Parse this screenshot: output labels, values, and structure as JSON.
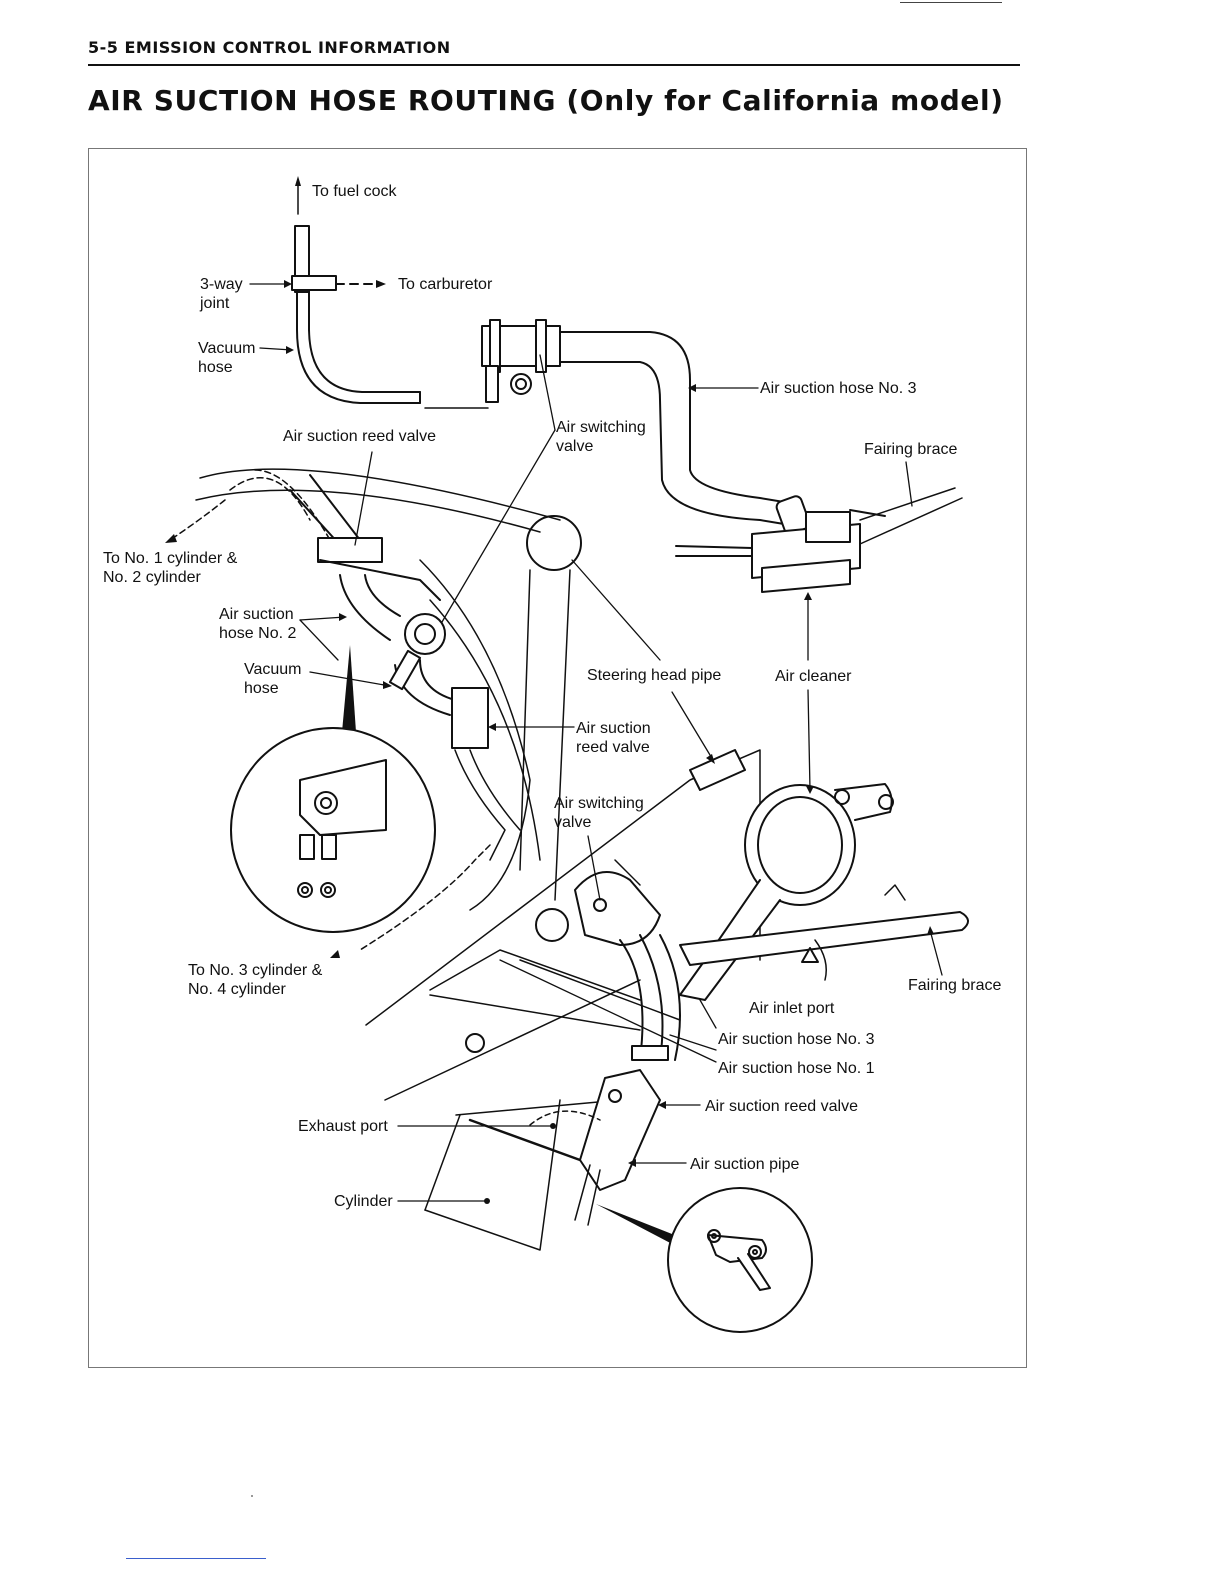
{
  "header": {
    "section": "5-5 EMISSION CONTROL INFORMATION",
    "title": "AIR SUCTION HOSE ROUTING (Only for California model)"
  },
  "labels": {
    "to_fuel_cock": "To fuel cock",
    "three_way_joint": "3-way\njoint",
    "to_carburetor": "To carburetor",
    "vacuum_hose_top": "Vacuum\nhose",
    "air_suction_hose_no3_top": "Air suction hose No. 3",
    "air_suction_reed_valve_top": "Air suction reed valve",
    "air_switching_valve_top": "Air switching\nvalve",
    "fairing_brace_top": "Fairing brace",
    "to_cyl_12": "To No. 1 cylinder &\nNo. 2 cylinder",
    "air_suction_hose_no2": "Air suction\nhose No. 2",
    "vacuum_hose_mid": "Vacuum\nhose",
    "steering_head_pipe": "Steering head pipe",
    "air_cleaner": "Air cleaner",
    "air_suction_reed_valve_mid": "Air suction\nreed valve",
    "air_switching_valve_mid": "Air switching\nvalve",
    "to_cyl_34": "To No. 3 cylinder &\nNo. 4 cylinder",
    "fairing_brace_right": "Fairing brace",
    "air_inlet_port": "Air inlet port",
    "air_suction_hose_no3_bottom": "Air suction hose No. 3",
    "air_suction_hose_no1": "Air suction hose No. 1",
    "air_suction_reed_valve_bottom": "Air suction reed valve",
    "exhaust_port": "Exhaust port",
    "air_suction_pipe": "Air suction pipe",
    "cylinder": "Cylinder"
  }
}
